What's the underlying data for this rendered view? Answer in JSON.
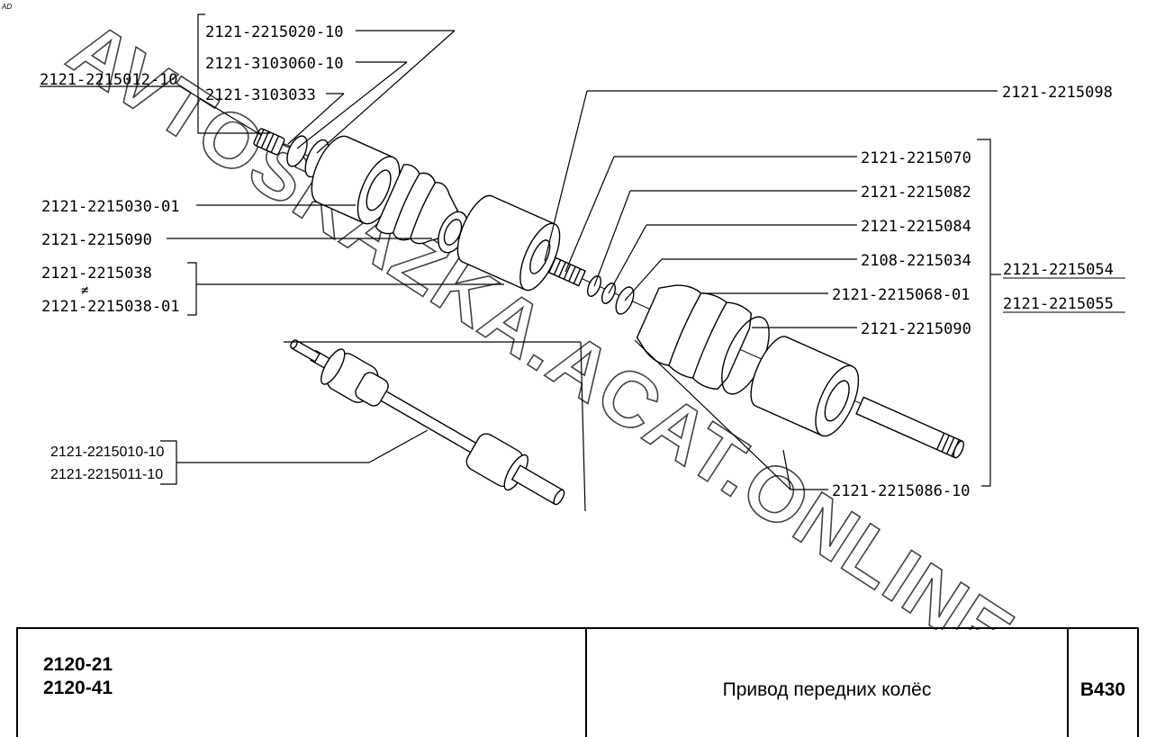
{
  "corner_mark": "AD",
  "watermark": "AVTOSKAZKA.ACAT.ONLINE",
  "part_labels": [
    "2121-2215020-10",
    "2121-3103060-10",
    "2121-2215012-10",
    "2121-3103033",
    "2121-2215030-01",
    "2121-2215090",
    "2121-2215038",
    "≠",
    "2121-2215038-01",
    "2121-2215098",
    "2121-2215070",
    "2121-2215082",
    "2121-2215084",
    "2108-2215034",
    "2121-2215054",
    "2121-2215055",
    "2121-2215068-01",
    "2121-2215090",
    "2121-2215086-10",
    "2121-2215010-10",
    "2121-2215011-10"
  ],
  "title_block": {
    "models": [
      "2120-21",
      "2120-41"
    ],
    "title": "Привод передних колёс",
    "code": "B430"
  }
}
